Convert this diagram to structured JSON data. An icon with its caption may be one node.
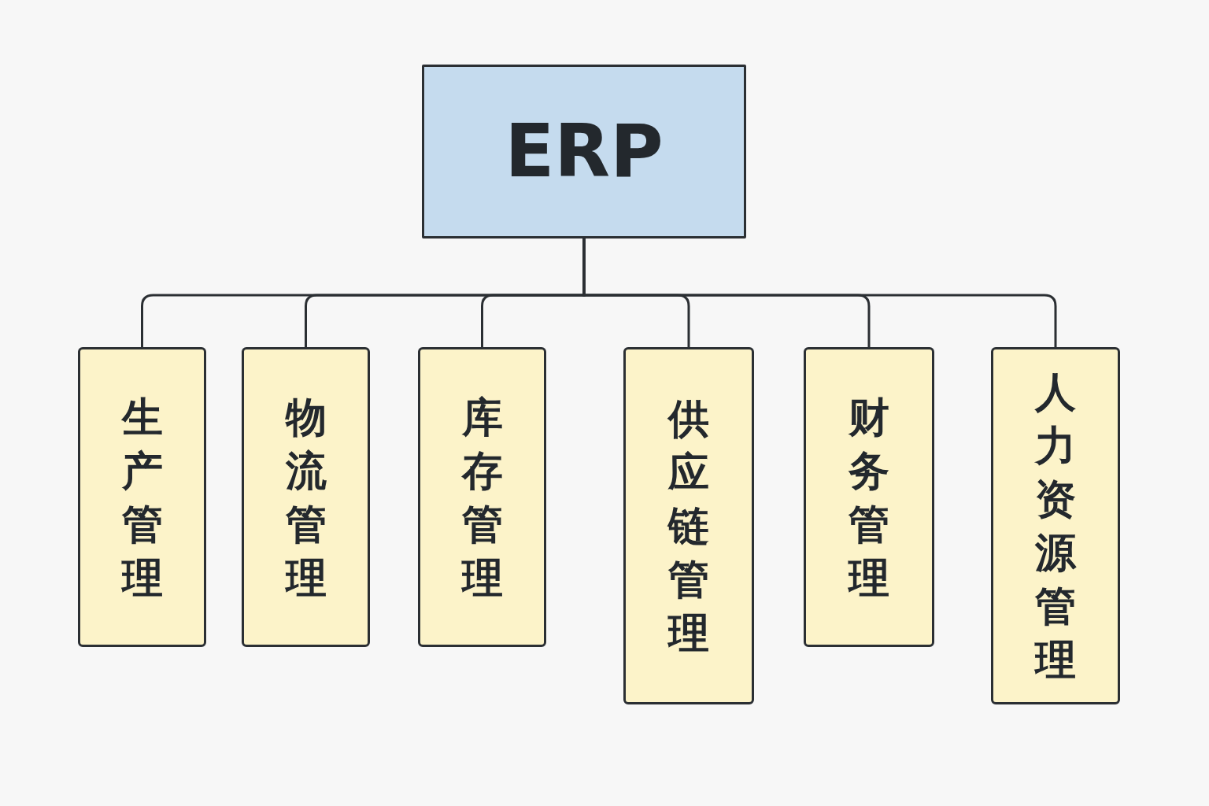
{
  "diagram": {
    "nodes": [
      {
        "text": [
          "ERP"
        ]
      },
      {
        "text": [
          "生产管理"
        ]
      },
      {
        "text": [
          "物流管理"
        ]
      },
      {
        "text": [
          "库存管理"
        ]
      },
      {
        "text": [
          "供应链管理"
        ]
      },
      {
        "text": [
          "财务管理"
        ]
      },
      {
        "text": [
          "人力资源管理"
        ]
      }
    ],
    "edges": [
      {
        "from": 0,
        "to": 1,
        "arrow": "none"
      },
      {
        "from": 0,
        "to": 2,
        "arrow": "none"
      },
      {
        "from": 0,
        "to": 3,
        "arrow": "none"
      },
      {
        "from": 0,
        "to": 4,
        "arrow": "none"
      },
      {
        "from": 0,
        "to": 5,
        "arrow": "none"
      },
      {
        "from": 0,
        "to": 6,
        "arrow": "none"
      }
    ]
  }
}
